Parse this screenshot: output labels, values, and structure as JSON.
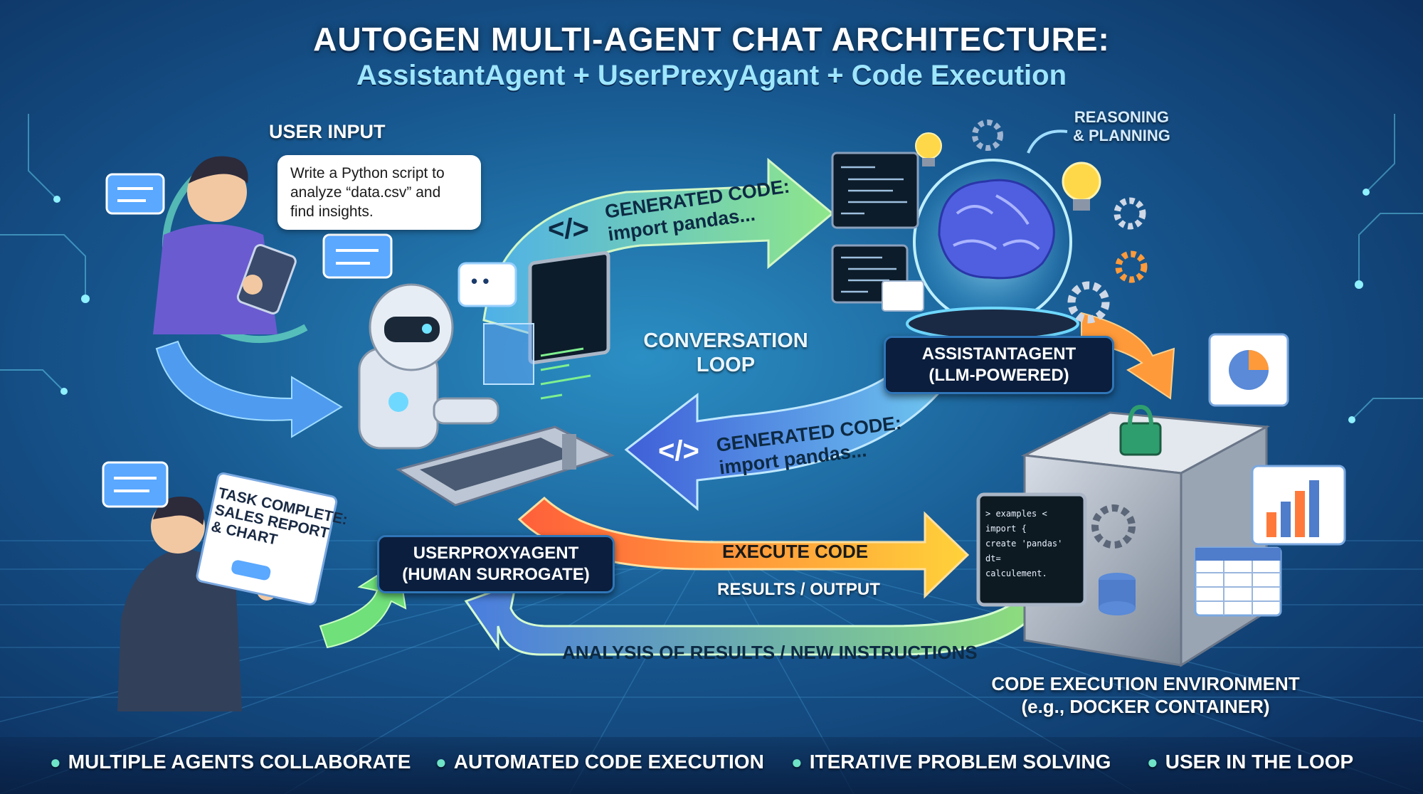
{
  "title": "AUTOGEN MULTI-AGENT CHAT ARCHITECTURE:",
  "subtitle": "AssistantAgent + UserPrexyAgant + Code Execution",
  "user_input": {
    "label": "USER INPUT",
    "message": [
      "Write a Python script to",
      "analyze “data.csv” and",
      "find insights."
    ]
  },
  "chat_bubble_dots": "• •",
  "task_complete": [
    "TASK COMPLETE:",
    "SALES REPORT",
    "& CHART"
  ],
  "assistant": {
    "reasoning": [
      "REASONING",
      "& PLANNING"
    ],
    "label_line1": "ASSISTANTAGENT",
    "label_line2": "(LLM-POWERED)"
  },
  "user_proxy": {
    "label_line1": "USERPROXYAGENT",
    "label_line2": "(HUMAN SURROGATE)"
  },
  "arrows": {
    "to_assistant_line1": "GENERATED CODE:",
    "to_assistant_line2": "import pandas...",
    "to_proxy_line1": "GENERATED CODE:",
    "to_proxy_line2": "import pandas...",
    "code_tag": "</>",
    "conversation_loop": [
      "CONVERSATION",
      "LOOP"
    ],
    "execute": "EXECUTE CODE",
    "results": "RESULTS / OUTPUT",
    "analysis": "ANALYSIS OF RESULTS / NEW INSTRUCTIONS"
  },
  "environment": {
    "line1": "CODE EXECUTION ENVIRONMENT",
    "line2": "(e.g., DOCKER CONTAINER)",
    "code_lines": [
      "> examples <",
      "  import {",
      "  create  'pandas'",
      "  dt=",
      "  calculement."
    ]
  },
  "footer": [
    "MULTIPLE AGENTS COLLABORATE",
    "AUTOMATED CODE EXECUTION",
    "ITERATIVE PROBLEM SOLVING",
    "USER IN THE LOOP"
  ],
  "colors": {
    "bg_center": "#2b8fc4",
    "bg_edge": "#0b2a58",
    "arrow_green": "#7ee08a",
    "arrow_blue": "#4a7de0",
    "arrow_orange": "#ff8a3d",
    "arrow_yellow": "#ffd23a",
    "accent_cyan": "#9fe6ff"
  }
}
